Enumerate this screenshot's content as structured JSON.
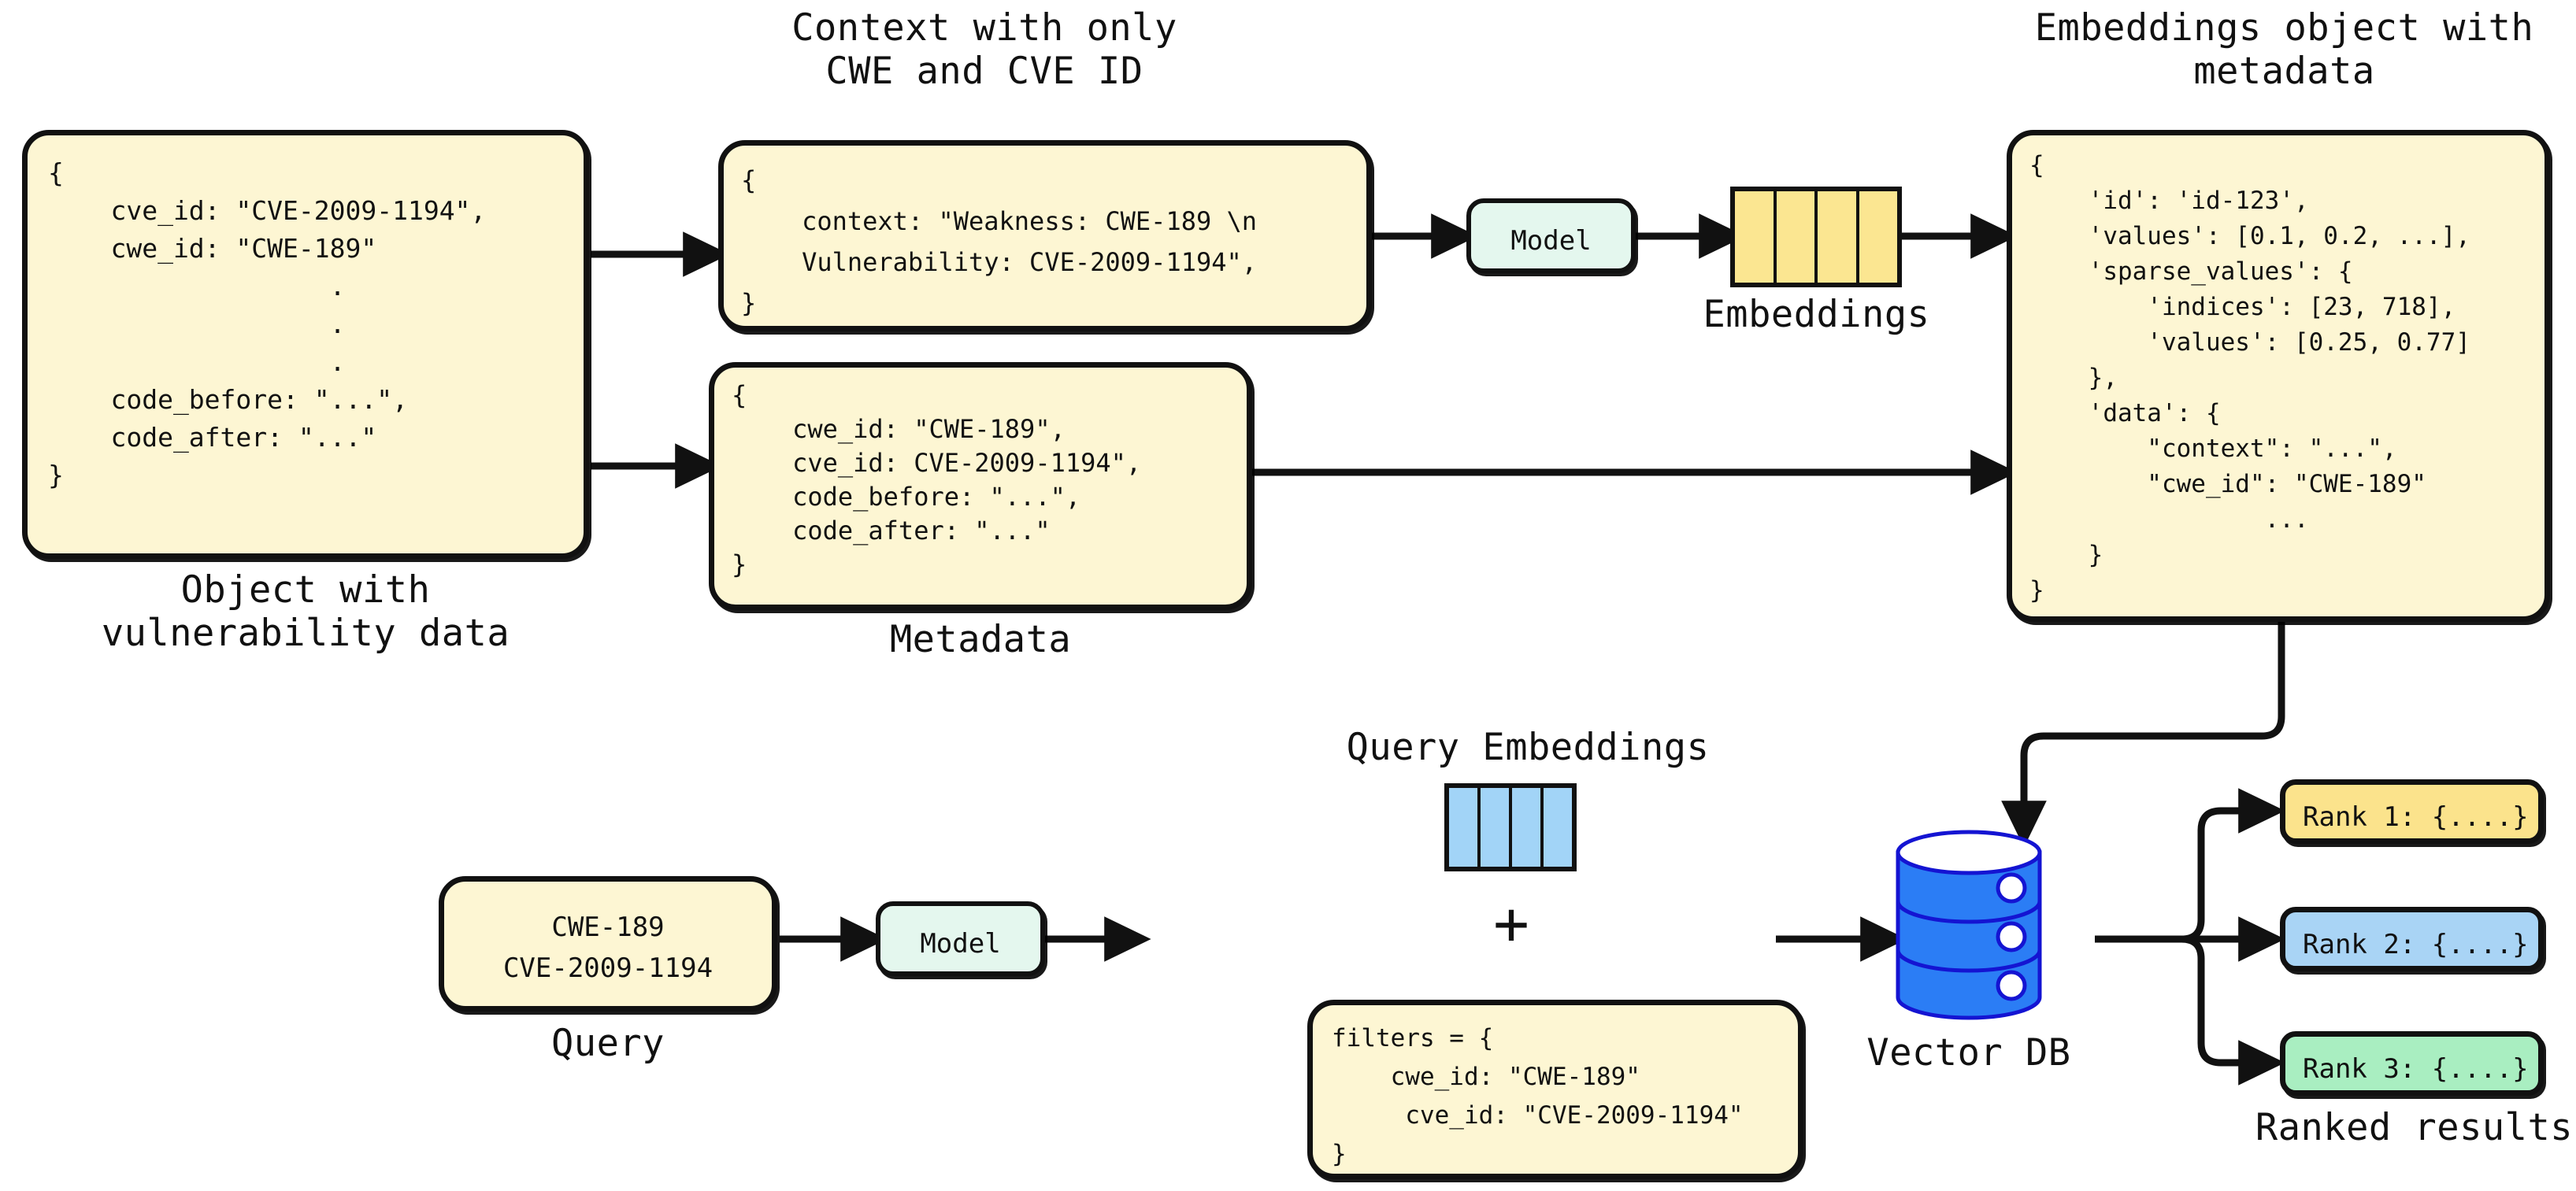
{
  "diagram": {
    "title": "Vector database indexing and retrieval pipeline",
    "colors": {
      "box_fill": "#fdf6d3",
      "box_stroke": "#111111",
      "model_fill": "#e4f7ee",
      "embeddings_yellow": "#fbe691",
      "embeddings_blue": "#a2d4f7",
      "rank1": "#fbe38c",
      "rank2": "#a9d4f5",
      "rank3": "#a9eec1",
      "db_blue": "#2b7df5",
      "db_stroke": "#1414d2"
    }
  },
  "headings": {
    "context": "Context with only\nCWE and CVE ID",
    "embeddings_object": "Embeddings object with\nmetadata",
    "query_embeddings": "Query Embeddings"
  },
  "boxes": {
    "source_object": {
      "caption": "Object with\nvulnerability data",
      "lines": [
        "{",
        "    cve_id: \"CVE-2009-1194\",",
        "    cwe_id: \"CWE-189\"",
        "                  .",
        "                  .",
        "                  .",
        "    code_before: \"...\",",
        "    code_after: \"...\"",
        "}"
      ]
    },
    "context_object": {
      "lines": [
        "{",
        "    context: \"Weakness: CWE-189 \\n",
        "    Vulnerability: CVE-2009-1194\",",
        "}"
      ]
    },
    "metadata_object": {
      "caption": "Metadata",
      "lines": [
        "{",
        "    cwe_id: \"CWE-189\",",
        "    cve_id: CVE-2009-1194\",",
        "    code_before: \"...\",",
        "    code_after: \"...\"",
        "}"
      ]
    },
    "embeddings_object": {
      "lines": [
        "{",
        "    'id': 'id-123',",
        "    'values': [0.1, 0.2, ...],",
        "    'sparse_values': {",
        "        'indices': [23, 718],",
        "        'values': [0.25, 0.77]",
        "    },",
        "    'data': {",
        "        \"context\": \"...\",",
        "        \"cwe_id\": \"CWE-189\"",
        "                ...",
        "    }",
        "}"
      ]
    },
    "query_object": {
      "caption": "Query",
      "lines": [
        "CWE-189",
        "CVE-2009-1194"
      ]
    },
    "filters_object": {
      "lines": [
        "filters = {",
        "    cwe_id: \"CWE-189\"",
        "     cve_id: \"CVE-2009-1194\"",
        "}"
      ]
    }
  },
  "nodes": {
    "model_top": {
      "label": "Model"
    },
    "model_bottom": {
      "label": "Model"
    },
    "embeddings_strip": {
      "label": "Embeddings",
      "cells": 4,
      "color": "#fbe691"
    },
    "query_embeddings_strip": {
      "label": "",
      "cells": 4,
      "color": "#a2d4f7"
    },
    "plus": {
      "label": "+"
    },
    "vector_db": {
      "label": "Vector DB",
      "disks": 3
    }
  },
  "results": {
    "caption": "Ranked results",
    "items": [
      {
        "label": "Rank 1: {....}",
        "color": "#fbe38c"
      },
      {
        "label": "Rank 2: {....}",
        "color": "#a9d4f5"
      },
      {
        "label": "Rank 3: {....}",
        "color": "#a9eec1"
      }
    ]
  }
}
